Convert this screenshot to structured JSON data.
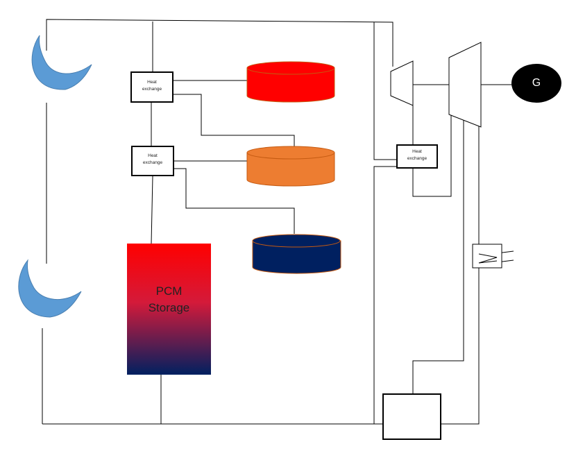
{
  "diagram": {
    "heat_exchangers": [
      {
        "line1": "Heat",
        "line2": "exchange"
      },
      {
        "line1": "Heat",
        "line2": "exchange"
      },
      {
        "line1": "Heat",
        "line2": "exchange"
      }
    ],
    "pcm_storage": {
      "line1": "PCM",
      "line2": "Storage"
    },
    "generator": {
      "label": "G"
    },
    "colors": {
      "line": "#000000",
      "collector": "#5b9bd5",
      "tank_hot": "#ff0000",
      "tank_medium": "#ed7d31",
      "tank_cold": "#002060",
      "pcm_top": "#ff0000",
      "pcm_bottom": "#002060",
      "generator": "#000000"
    }
  }
}
